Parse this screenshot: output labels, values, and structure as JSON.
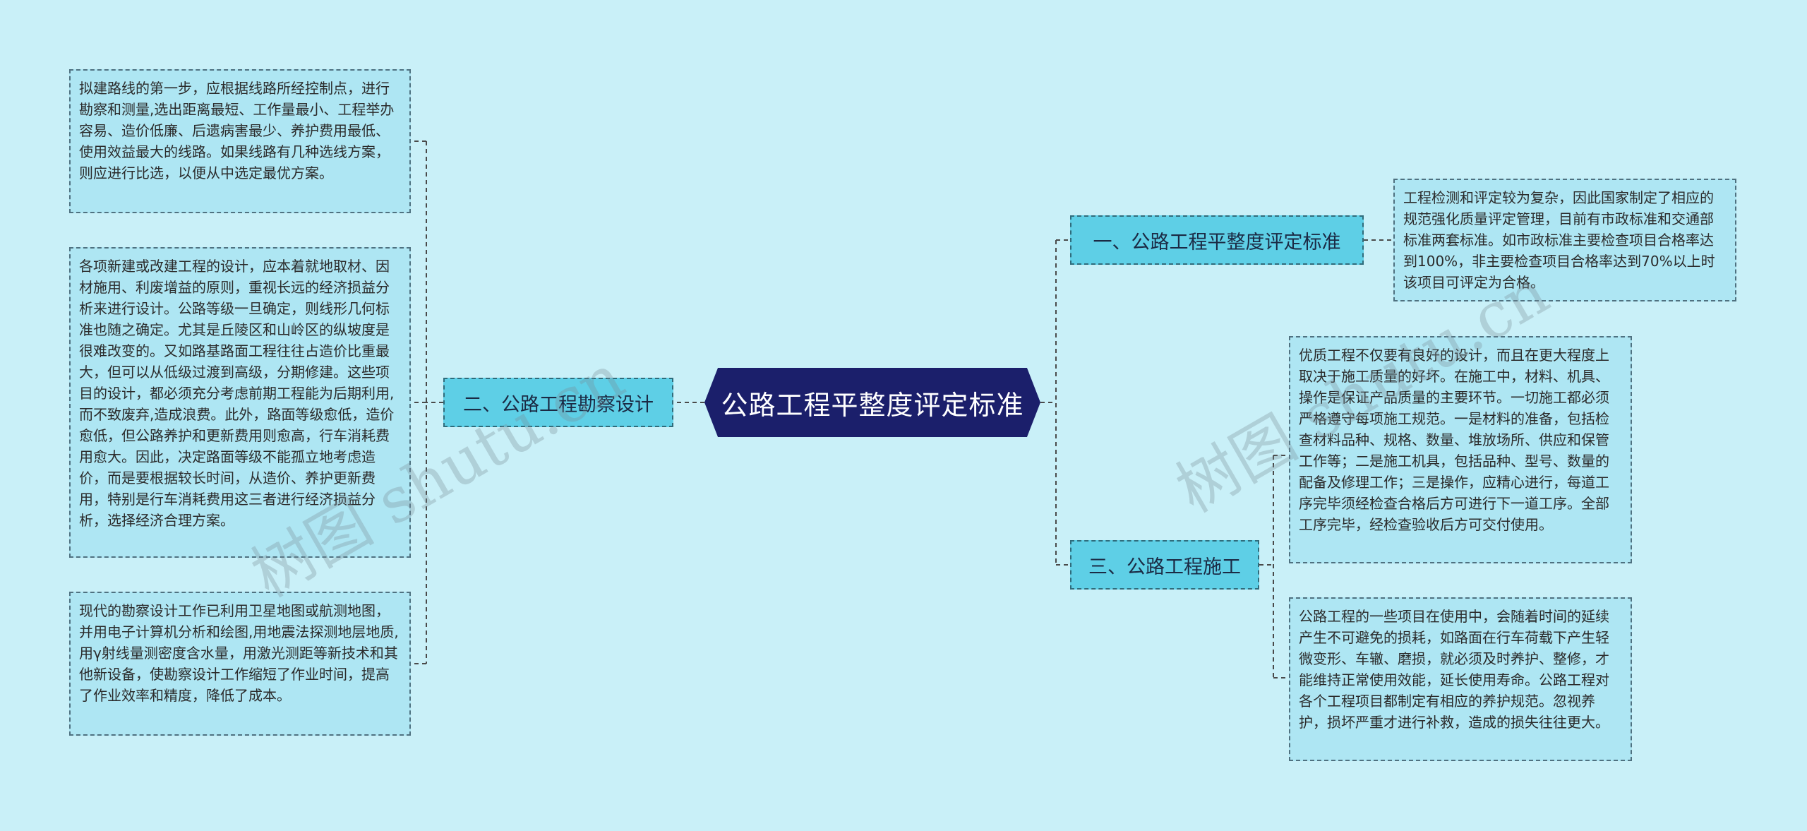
{
  "root": {
    "label": "公路工程平整度评定标准"
  },
  "branches": [
    {
      "label": "一、公路工程平整度评定标准",
      "leaves": [
        "工程检测和评定较为复杂，因此国家制定了相应的规范强化质量评定管理，目前有市政标准和交通部标准两套标准。如市政标准主要检查项目合格率达到100%，非主要检查项目合格率达到70%以上时该项目可评定为合格。"
      ]
    },
    {
      "label": "二、公路工程勘察设计",
      "leaves": [
        "拟建路线的第一步，应根据线路所经控制点，进行勘察和测量,选出距离最短、工作量最小、工程举办容易、造价低廉、后遗病害最少、养护费用最低、使用效益最大的线路。如果线路有几种选线方案，则应进行比选，以便从中选定最优方案。",
        "各项新建或改建工程的设计，应本着就地取材、因材施用、利废增益的原则，重视长远的经济损益分析来进行设计。公路等级一旦确定，则线形几何标准也随之确定。尤其是丘陵区和山岭区的纵坡度是很难改变的。又如路基路面工程往往占造价比重最大，但可以从低级过渡到高级，分期修建。这些项目的设计，都必须充分考虑前期工程能为后期利用,而不致废弃,造成浪费。此外，路面等级愈低，造价愈低，但公路养护和更新费用则愈高，行车消耗费用愈大。因此，决定路面等级不能孤立地考虑造价，而是要根据较长时间，从造价、养护更新费用，特别是行车消耗费用这三者进行经济损益分析，选择经济合理方案。",
        "现代的勘察设计工作已利用卫星地图或航测地图，并用电子计算机分析和绘图,用地震法探测地层地质,用γ射线量测密度含水量，用激光测距等新技术和其他新设备，使勘察设计工作缩短了作业时间，提高了作业效率和精度，降低了成本。"
      ]
    },
    {
      "label": "三、公路工程施工",
      "leaves": [
        "优质工程不仅要有良好的设计，而且在更大程度上取决于施工质量的好坏。在施工中，材料、机具、操作是保证产品质量的主要环节。一切施工都必须严格遵守每项施工规范。一是材料的准备，包括检查材料品种、规格、数量、堆放场所、供应和保管工作等；二是施工机具，包括品种、型号、数量的配备及修理工作；三是操作，应精心进行，每道工序完毕须经检查合格后方可进行下一道工序。全部工序完毕，经检查验收后方可交付使用。",
        "公路工程的一些项目在使用中，会随着时间的延续产生不可避免的损耗，如路面在行车荷载下产生轻微变形、车辙、磨损，就必须及时养护、整修，才能维持正常使用效能，延长使用寿命。公路工程对各个工程项目都制定有相应的养护规范。忽视养护，损坏严重才进行补救，造成的损失往往更大。"
      ]
    }
  ],
  "watermarks": [
    "树图 shutu.cn",
    "树图 shutu.cn"
  ],
  "colors": {
    "background": "#c9f0f8",
    "root": "#1b1f6b",
    "branch": "#5ecfe6",
    "leaf": "#aee6f3"
  }
}
